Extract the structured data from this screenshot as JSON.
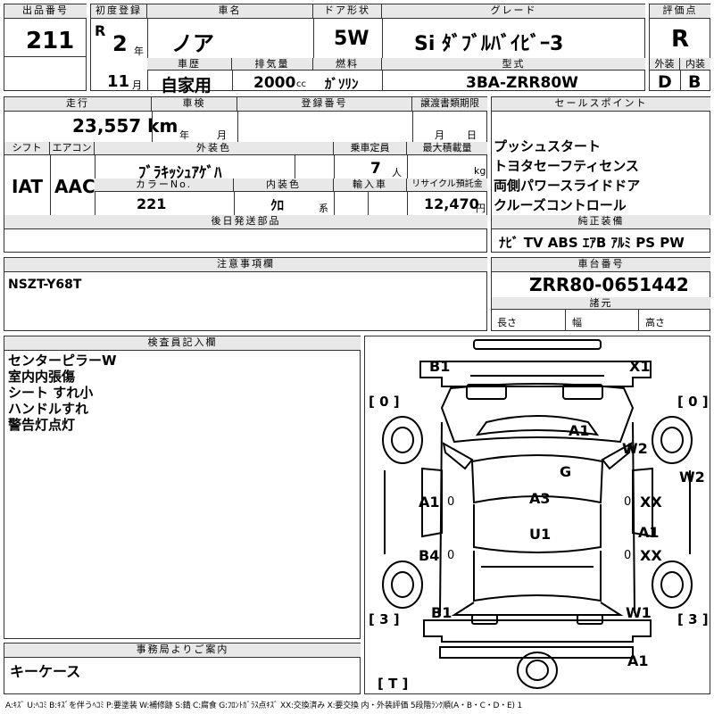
{
  "header": {
    "lot_label": "出品番号",
    "lot": "211",
    "first_reg_label": "初度登録",
    "era": "R",
    "year": "2",
    "year_unit": "年",
    "month": "11",
    "month_unit": "月",
    "name_label": "車名",
    "name": "ノア",
    "door_label": "ドア形状",
    "door": "5W",
    "grade_label": "グレード",
    "grade": "Si ﾀﾞﾌﾞﾙﾊﾞｲﾋﾞｰ3",
    "score_label": "評価点",
    "score": "R",
    "history_label": "車歴",
    "history": "自家用",
    "cc_label": "排気量",
    "cc": "2000",
    "cc_unit": "cc",
    "fuel_label": "燃料",
    "fuel": "ｶﾞｿﾘﾝ",
    "model_label": "型式",
    "model": "3BA-ZRR80W",
    "exterior_label": "外装",
    "exterior": "D",
    "interior_label": "内装",
    "interior": "B"
  },
  "row2": {
    "mileage_label": "走行",
    "mileage": "23,557 km",
    "inspection_label": "車検",
    "insp_year": "年",
    "insp_month": "月",
    "reg_label": "登録番号",
    "transfer_label": "譲渡書類期限",
    "tr_month": "月",
    "tr_day": "日",
    "shift_label": "シフト",
    "shift": "IAT",
    "ac_label": "エアコン",
    "ac": "AAC",
    "color_label": "外装色",
    "color": "ﾌﾞﾗｷｯｼｭｱｹﾞﾊ",
    "capacity_label": "乗車定員",
    "capacity": "7",
    "capacity_unit": "人",
    "load_label": "最大積載量",
    "load_unit": "kg",
    "color_no_label": "カラーNo.",
    "color_no": "221",
    "int_color_label": "内装色",
    "int_color": "ｸﾛ",
    "int_color_unit": "系",
    "import_label": "輸入車",
    "recycle_label": "リサイクル預託金",
    "recycle": "12,470",
    "recycle_unit": "円",
    "later_label": "後日発送部品"
  },
  "sales": {
    "label": "セールスポイント",
    "points": [
      "プッシュスタート",
      "トヨタセーフティセンス",
      "両側パワースライドドア",
      "クルーズコントロール"
    ],
    "equip_label": "純正装備",
    "equip": "ﾅﾋﾞ TV ABS ｴｱB ｱﾙﾐ PS PW"
  },
  "notes": {
    "label": "注意事項欄",
    "text": "NSZT-Y68T"
  },
  "chassis": {
    "label": "車台番号",
    "number": "ZRR80-0651442",
    "spec_label": "諸元",
    "length": "長さ",
    "width": "幅",
    "height": "高さ"
  },
  "inspector": {
    "label": "検査員記入欄",
    "lines": [
      "センターピラーW",
      "室内内張傷",
      "シート すれ小",
      "ハンドルすれ",
      "警告灯点灯"
    ]
  },
  "office": {
    "label": "事務局よりご案内",
    "text": "キーケース"
  },
  "diagram": {
    "marks": {
      "b1_top": "B1",
      "x1": "X1",
      "a1_hood": "A1",
      "w2_right": "W2",
      "w2_edge": "W2",
      "g": "G",
      "a1_left": "A1",
      "a3": "A3",
      "xx1": "XX",
      "a1_right": "A1",
      "xx2": "XX",
      "u1": "U1",
      "b4": "B4",
      "b1_bot": "B1",
      "w1": "W1",
      "a1_rear": "A1"
    },
    "tires": {
      "fl": "[ 0 ]",
      "fr": "[ 0 ]",
      "rl": "[ 3 ]",
      "rr": "[ 3 ]",
      "spare": "[ T ]"
    },
    "zeros": {
      "l1": "0",
      "l2": "0",
      "r1": "0",
      "r2": "0"
    }
  },
  "legend": "A:ｷｽﾞ U:ﾍｺﾐ B:ｷｽﾞを伴うﾍｺﾐ P:要塗装 W:補修跡 S:錆 C:腐食 G:ﾌﾛﾝﾄｶﾞﾗｽ点ｷｽﾞ XX:交換済み X:要交換  内・外装評価 5段階ﾗﾝｸ順(A・B・C・D・E) 1"
}
